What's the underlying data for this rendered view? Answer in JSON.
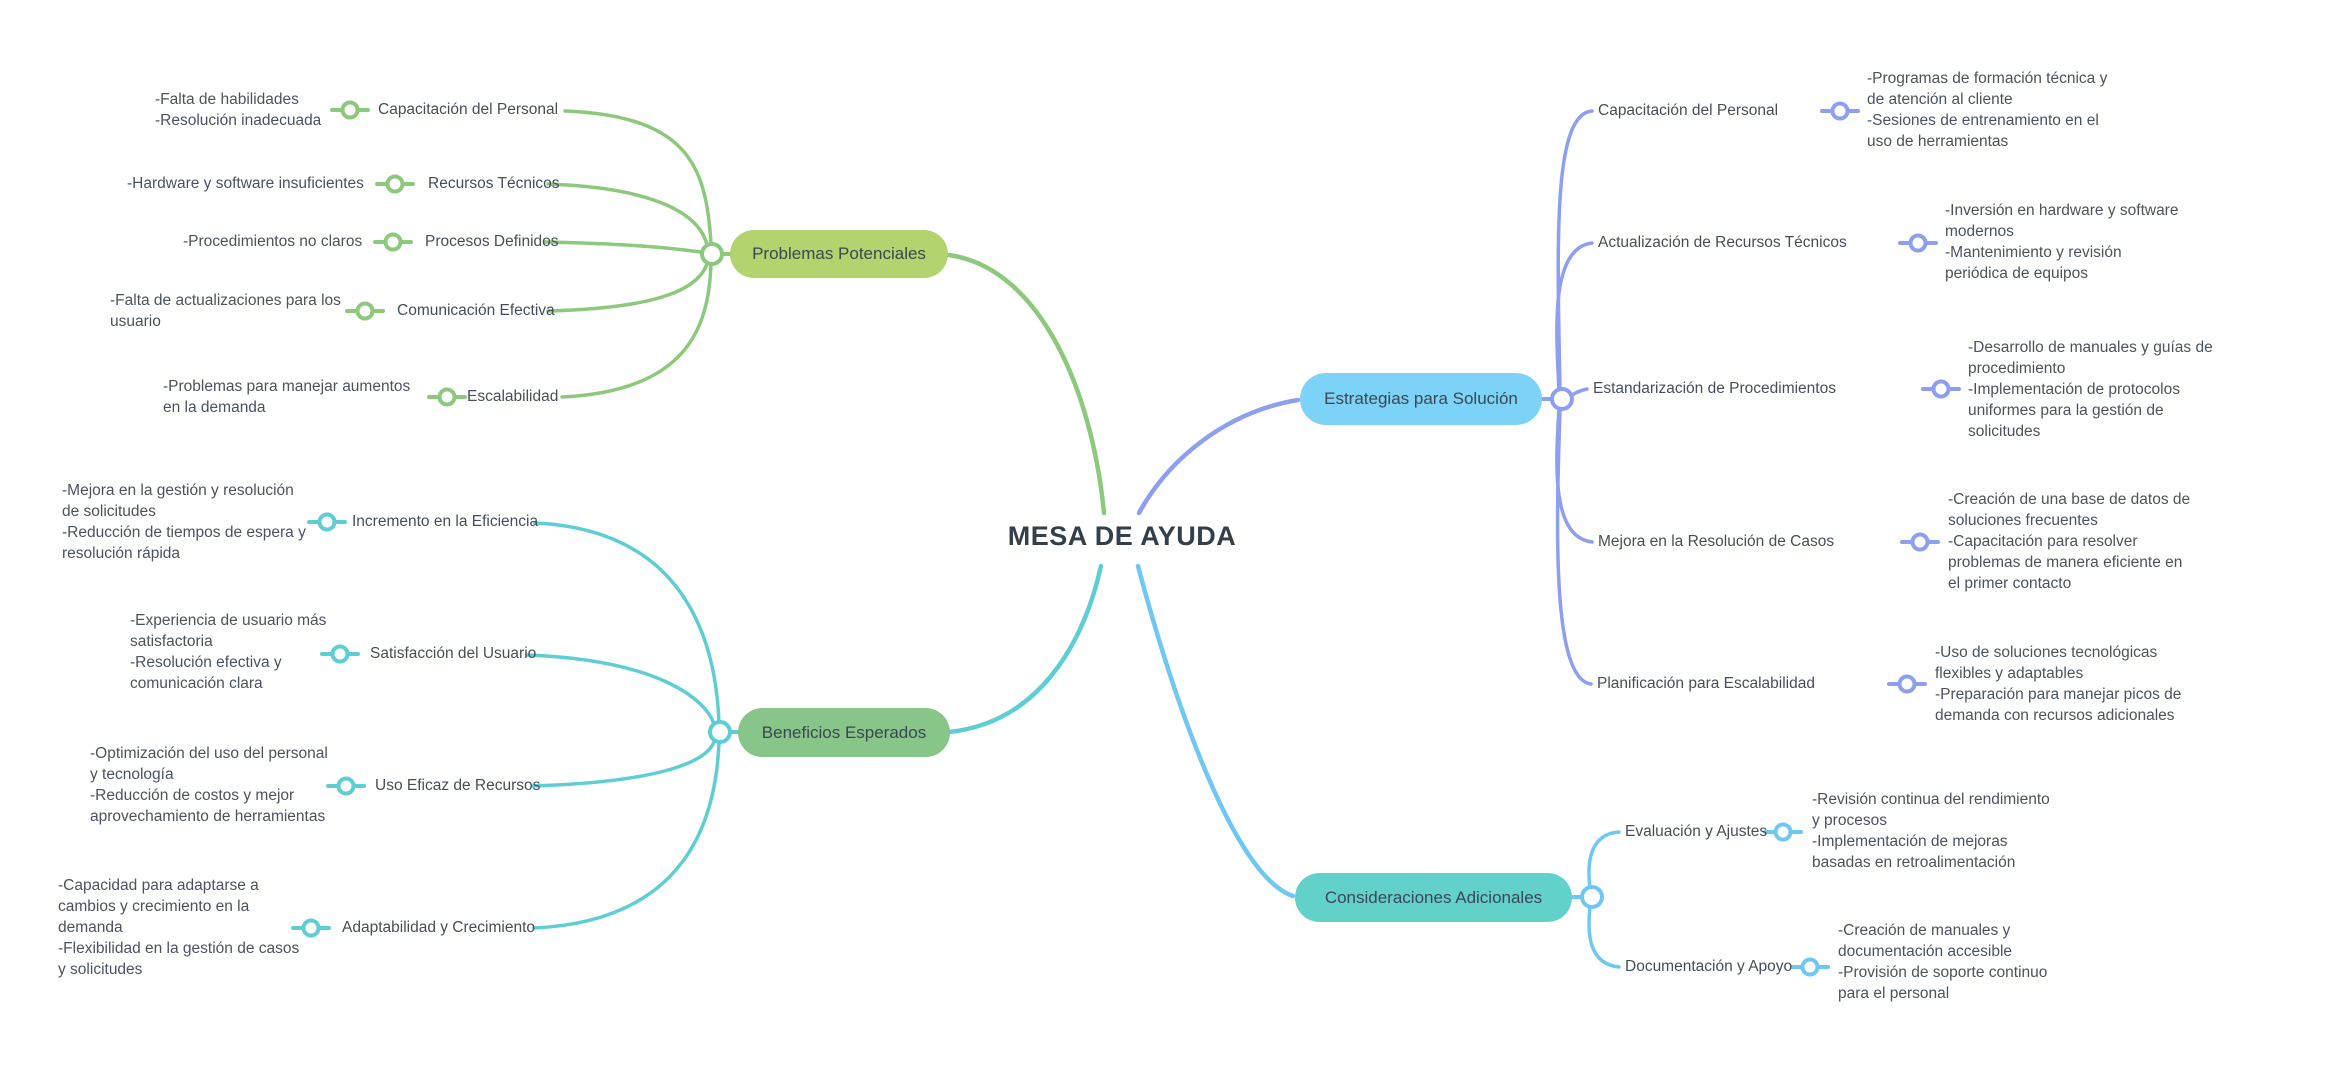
{
  "title": "MESA DE AYUDA",
  "colors": {
    "problemas_line": "#8cc97c",
    "problemas_pill": "#b2d36e",
    "beneficios_line": "#5fced4",
    "beneficios_pill": "#87c588",
    "estrategias_line": "#8d9ff1",
    "estrategias_pill": "#7cd2f7",
    "consideraciones_line": "#6fc7f3",
    "consideraciones_pill": "#62d1ca",
    "text": "#454f5b"
  },
  "branches": {
    "problemas": {
      "label": "Problemas Potenciales",
      "children": [
        {
          "label": "Capacitación del Personal",
          "note": "-Falta de habilidades\n-Resolución inadecuada"
        },
        {
          "label": "Recursos Técnicos",
          "note": "-Hardware y software insuficientes"
        },
        {
          "label": "Procesos Definidos",
          "note": "-Procedimientos no claros"
        },
        {
          "label": "Comunicación Efectiva",
          "note": "-Falta de actualizaciones para los\nusuario"
        },
        {
          "label": "Escalabilidad",
          "note": "-Problemas para manejar aumentos\nen la demanda"
        }
      ]
    },
    "beneficios": {
      "label": "Beneficios Esperados",
      "children": [
        {
          "label": "Incremento en la Eficiencia",
          "note": "-Mejora en la gestión y resolución\nde solicitudes\n-Reducción de tiempos de espera y\nresolución rápida"
        },
        {
          "label": "Satisfacción del Usuario",
          "note": "-Experiencia de usuario más\nsatisfactoria\n-Resolución efectiva y\ncomunicación clara"
        },
        {
          "label": "Uso Eficaz de Recursos",
          "note": "-Optimización del uso del personal\ny tecnología\n-Reducción de costos y mejor\naprovechamiento de herramientas"
        },
        {
          "label": "Adaptabilidad y Crecimiento",
          "note": "-Capacidad para adaptarse a\ncambios y crecimiento en la\ndemanda\n-Flexibilidad en la gestión de casos\ny solicitudes"
        }
      ]
    },
    "estrategias": {
      "label": "Estrategias para Solución",
      "children": [
        {
          "label": "Capacitación del Personal",
          "note": "-Programas de formación técnica y\nde atención al cliente\n-Sesiones de entrenamiento en el\nuso de herramientas"
        },
        {
          "label": "Actualización de Recursos Técnicos",
          "note": "-Inversión en hardware y software\nmodernos\n-Mantenimiento y revisión\nperiódica de equipos"
        },
        {
          "label": "Estandarización de Procedimientos",
          "note": "-Desarrollo de manuales y guías de\nprocedimiento\n-Implementación de protocolos\nuniformes para la gestión de\nsolicitudes"
        },
        {
          "label": "Mejora en la Resolución de Casos",
          "note": "-Creación de una base de datos de\nsoluciones frecuentes\n-Capacitación para resolver\nproblemas de manera eficiente en\nel primer contacto"
        },
        {
          "label": "Planificación para Escalabilidad",
          "note": "-Uso de soluciones tecnológicas\nflexibles y adaptables\n-Preparación para manejar picos de\ndemanda con recursos adicionales"
        }
      ]
    },
    "consideraciones": {
      "label": "Consideraciones Adicionales",
      "children": [
        {
          "label": "Evaluación y Ajustes",
          "note": "-Revisión continua del rendimiento\ny procesos\n-Implementación de mejoras\nbasadas en retroalimentación"
        },
        {
          "label": "Documentación y Apoyo",
          "note": "-Creación de manuales y\ndocumentación accesible\n-Provisión de soporte continuo\npara el personal"
        }
      ]
    }
  }
}
